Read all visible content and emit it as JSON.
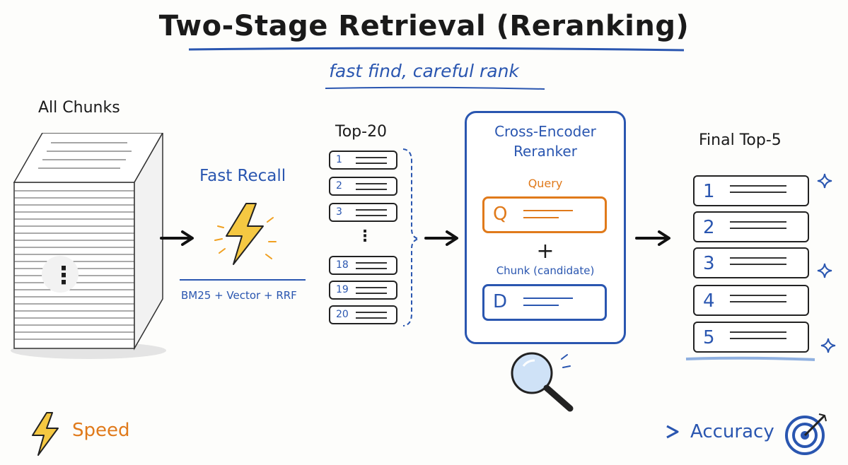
{
  "title": "Two-Stage Retrieval (Reranking)",
  "subtitle": "fast find, careful rank",
  "all_chunks": {
    "label": "All Chunks",
    "ellipsis": "⋮"
  },
  "fast_recall": {
    "label": "Fast Recall",
    "method": "BM25 + Vector + RRF"
  },
  "top20": {
    "label": "Top-20",
    "items_top": [
      "1",
      "2",
      "3"
    ],
    "ellipsis": "⋮",
    "items_bottom": [
      "18",
      "19",
      "20"
    ]
  },
  "reranker": {
    "title_line1": "Cross-Encoder",
    "title_line2": "Reranker",
    "query_label": "Query",
    "query_letter": "Q",
    "plus": "+",
    "chunk_label": "Chunk (candidate)",
    "chunk_letter": "D"
  },
  "final": {
    "label": "Final Top-5",
    "items": [
      "1",
      "2",
      "3",
      "4",
      "5"
    ]
  },
  "tradeoff": {
    "left_label": "Speed",
    "right_label": "Accuracy"
  },
  "colors": {
    "blue": "#2a56b0",
    "orange": "#e07a1b",
    "yellow": "#f5c842",
    "ink": "#1c1c1c"
  },
  "icons": [
    "lightning-icon",
    "magnifier-icon",
    "target-icon",
    "sparkle-icon",
    "arrow-icon"
  ]
}
